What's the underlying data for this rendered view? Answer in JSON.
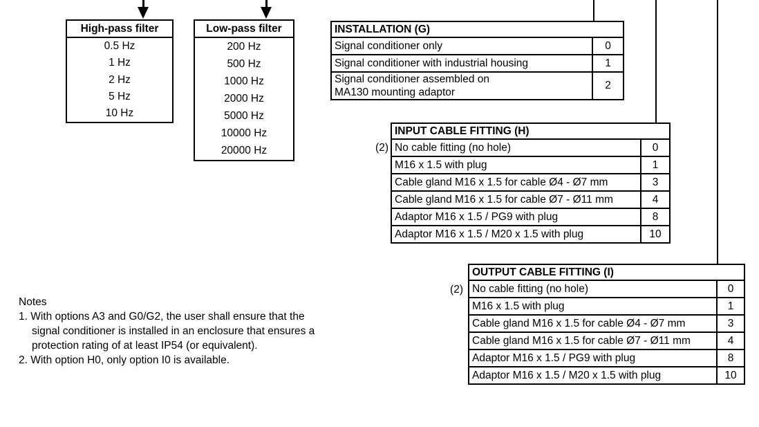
{
  "diagram": {
    "colors": {
      "line": "#000000",
      "background": "#ffffff",
      "text": "#000000"
    },
    "filters": {
      "high_pass": {
        "title": "High-pass filter",
        "values": [
          "0.5 Hz",
          "1 Hz",
          "2 Hz",
          "5 Hz",
          "10 Hz"
        ]
      },
      "low_pass": {
        "title": "Low-pass filter",
        "values": [
          "200 Hz",
          "500 Hz",
          "1000 Hz",
          "2000 Hz",
          "5000 Hz",
          "10000 Hz",
          "20000 Hz"
        ]
      }
    },
    "installation": {
      "title": "INSTALLATION (G)",
      "rows": [
        {
          "label": "Signal conditioner only",
          "code": "0"
        },
        {
          "label": "Signal conditioner with industrial housing",
          "code": "1"
        },
        {
          "label": "Signal conditioner assembled on\nMA130 mounting adaptor",
          "code": "2"
        }
      ]
    },
    "input_cable_fitting": {
      "title": "INPUT CABLE FITTING (H)",
      "note_ref": "(2)",
      "rows": [
        {
          "label": "No cable fitting (no hole)",
          "code": "0"
        },
        {
          "label": "M16 x 1.5 with plug",
          "code": "1"
        },
        {
          "label": "Cable gland M16 x 1.5 for cable Ø4 - Ø7 mm",
          "code": "3"
        },
        {
          "label": "Cable gland M16 x 1.5 for cable Ø7 - Ø11 mm",
          "code": "4"
        },
        {
          "label": "Adaptor M16 x 1.5 / PG9 with plug",
          "code": "8"
        },
        {
          "label": "Adaptor M16 x 1.5 / M20 x 1.5 with plug",
          "code": "10"
        }
      ]
    },
    "output_cable_fitting": {
      "title": "OUTPUT CABLE FITTING (I)",
      "note_ref": "(2)",
      "rows": [
        {
          "label": "No cable fitting (no hole)",
          "code": "0"
        },
        {
          "label": "M16 x 1.5 with plug",
          "code": "1"
        },
        {
          "label": "Cable gland M16 x 1.5 for cable Ø4 - Ø7 mm",
          "code": "3"
        },
        {
          "label": "Cable gland M16 x 1.5 for cable Ø7 - Ø11 mm",
          "code": "4"
        },
        {
          "label": "Adaptor M16 x 1.5 / PG9 with plug",
          "code": "8"
        },
        {
          "label": "Adaptor M16 x 1.5 / M20 x 1.5 with plug",
          "code": "10"
        }
      ]
    },
    "notes": {
      "heading": "Notes",
      "items": [
        "1. With options A3 and G0/G2, the user shall ensure that the\nsignal conditioner is installed in an enclosure that ensures a\nprotection rating of at least IP54 (or equivalent).",
        "2. With option H0, only option I0 is available."
      ]
    }
  }
}
